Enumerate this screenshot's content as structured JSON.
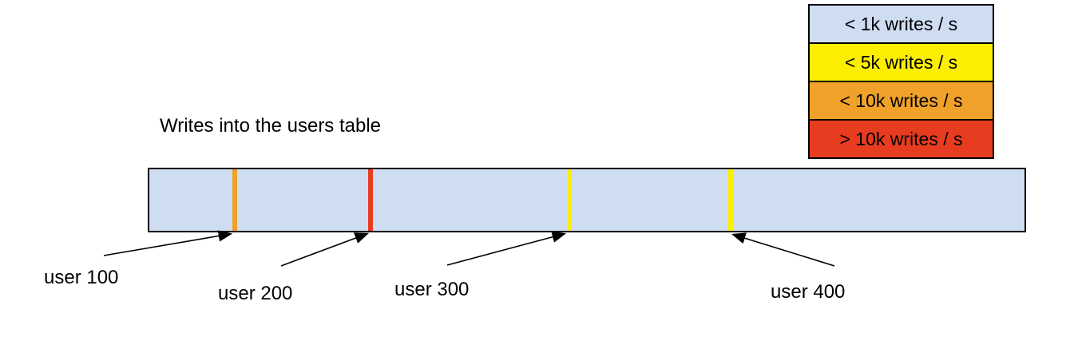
{
  "title": "Writes into the users table",
  "colors": {
    "outline": "#000000",
    "lt_1k": "#cfddf3",
    "lt_5k": "#fbee00",
    "lt_10k": "#f0a129",
    "gt_10k": "#e73c1f",
    "bar_fill": "#cfddf3",
    "arrow": "#000000"
  },
  "legend": {
    "items": [
      {
        "label": "< 1k writes / s"
      },
      {
        "label": "< 5k writes / s"
      },
      {
        "label": "< 10k writes / s"
      },
      {
        "label": "> 10k writes / s"
      }
    ]
  },
  "users": [
    {
      "label": "user 100",
      "write_rate_color": "< 10k writes / s"
    },
    {
      "label": "user 200",
      "write_rate_color": "> 10k writes / s"
    },
    {
      "label": "user 300",
      "write_rate_color": "< 5k writes / s"
    },
    {
      "label": "user 400",
      "write_rate_color": "< 5k writes / s"
    }
  ]
}
